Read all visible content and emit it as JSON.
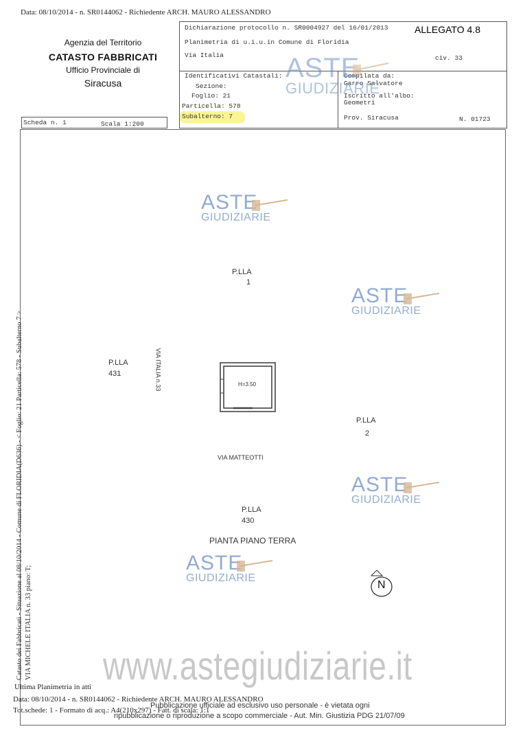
{
  "header": {
    "top_line": "Data: 08/10/2014 - n. SR0144062 - Richiedente ARCH. MAURO ALESSANDRO",
    "allegato": "ALLEGATO 4.8"
  },
  "agency": {
    "name": "Agenzia del Territorio",
    "catasto": "CATASTO FABBRICATI",
    "office": "Ufficio Provinciale di",
    "city": "Siracusa"
  },
  "declaration": {
    "line1": "Dichiarazione protocollo n. SR0004927 del 16/01/2013",
    "line2": "Planimetria di u.i.u.in Comune di Floridia",
    "street": "Via Italia",
    "civic": "civ. 33"
  },
  "identifiers": {
    "title": "Identificativi Catastali:",
    "sezione": "Sezione:",
    "foglio": "Foglio: 21",
    "particella": "Particella: 578",
    "subalterno": "Subalterno: 7"
  },
  "compiler": {
    "title": "Compilata da:",
    "name": "Garro Salvatore",
    "albo": "Iscritto all'albo:",
    "profession": "Geometri",
    "province": "Prov. Siracusa",
    "number": "N. 01723"
  },
  "scheda": {
    "number": "Scheda n. 1",
    "scale": "Scala 1:200"
  },
  "plan": {
    "plla1_label": "P.LLA",
    "plla1_num": "1",
    "plla431_label": "P.LLA",
    "plla431_num": "431",
    "plla2_label": "P.LLA",
    "plla2_num": "2",
    "plla430_label": "P.LLA",
    "plla430_num": "430",
    "via_italia": "VIA ITALIA n.33",
    "via_matteotti": "VIA MATTEOTTI",
    "height": "H=3.50",
    "floor_title": "PIANTA PIANO TERRA",
    "north": "N"
  },
  "watermark": {
    "aste": "ASTE",
    "giudiziarie": "GIUDIZIARIE",
    "site": "www.astegiudiziarie.it"
  },
  "side_text": {
    "line1": "Catasto dei Fabbricati - Situazione al 08/10/2014 - Comune di FLORIDIA(D636) - < Foglio: 21 Particella: 578 - Subalterno 7 >",
    "line2": "VIA MICHELE ITALIA n. 33 piano: T;"
  },
  "footer": {
    "last": "Ultima Planimetria in atti",
    "data": "Data: 08/10/2014 - n. SR0144062 - Richiedente ARCH. MAURO ALESSANDRO",
    "tot": "Tot.schede: 1 - Formato di acq.: A4(210x297) - Fatt. di scala: 1:1",
    "note1": "Pubblicazione ufficiale ad esclusivo uso personale - è vietata ogni",
    "note2": "ripubblicazione o riproduzione a scopo commerciale - Aut. Min. Giustizia PDG 21/07/09"
  },
  "colors": {
    "watermark": "#6e8fc3",
    "hammer": "#c8a070",
    "highlight": "#f8f27a"
  }
}
